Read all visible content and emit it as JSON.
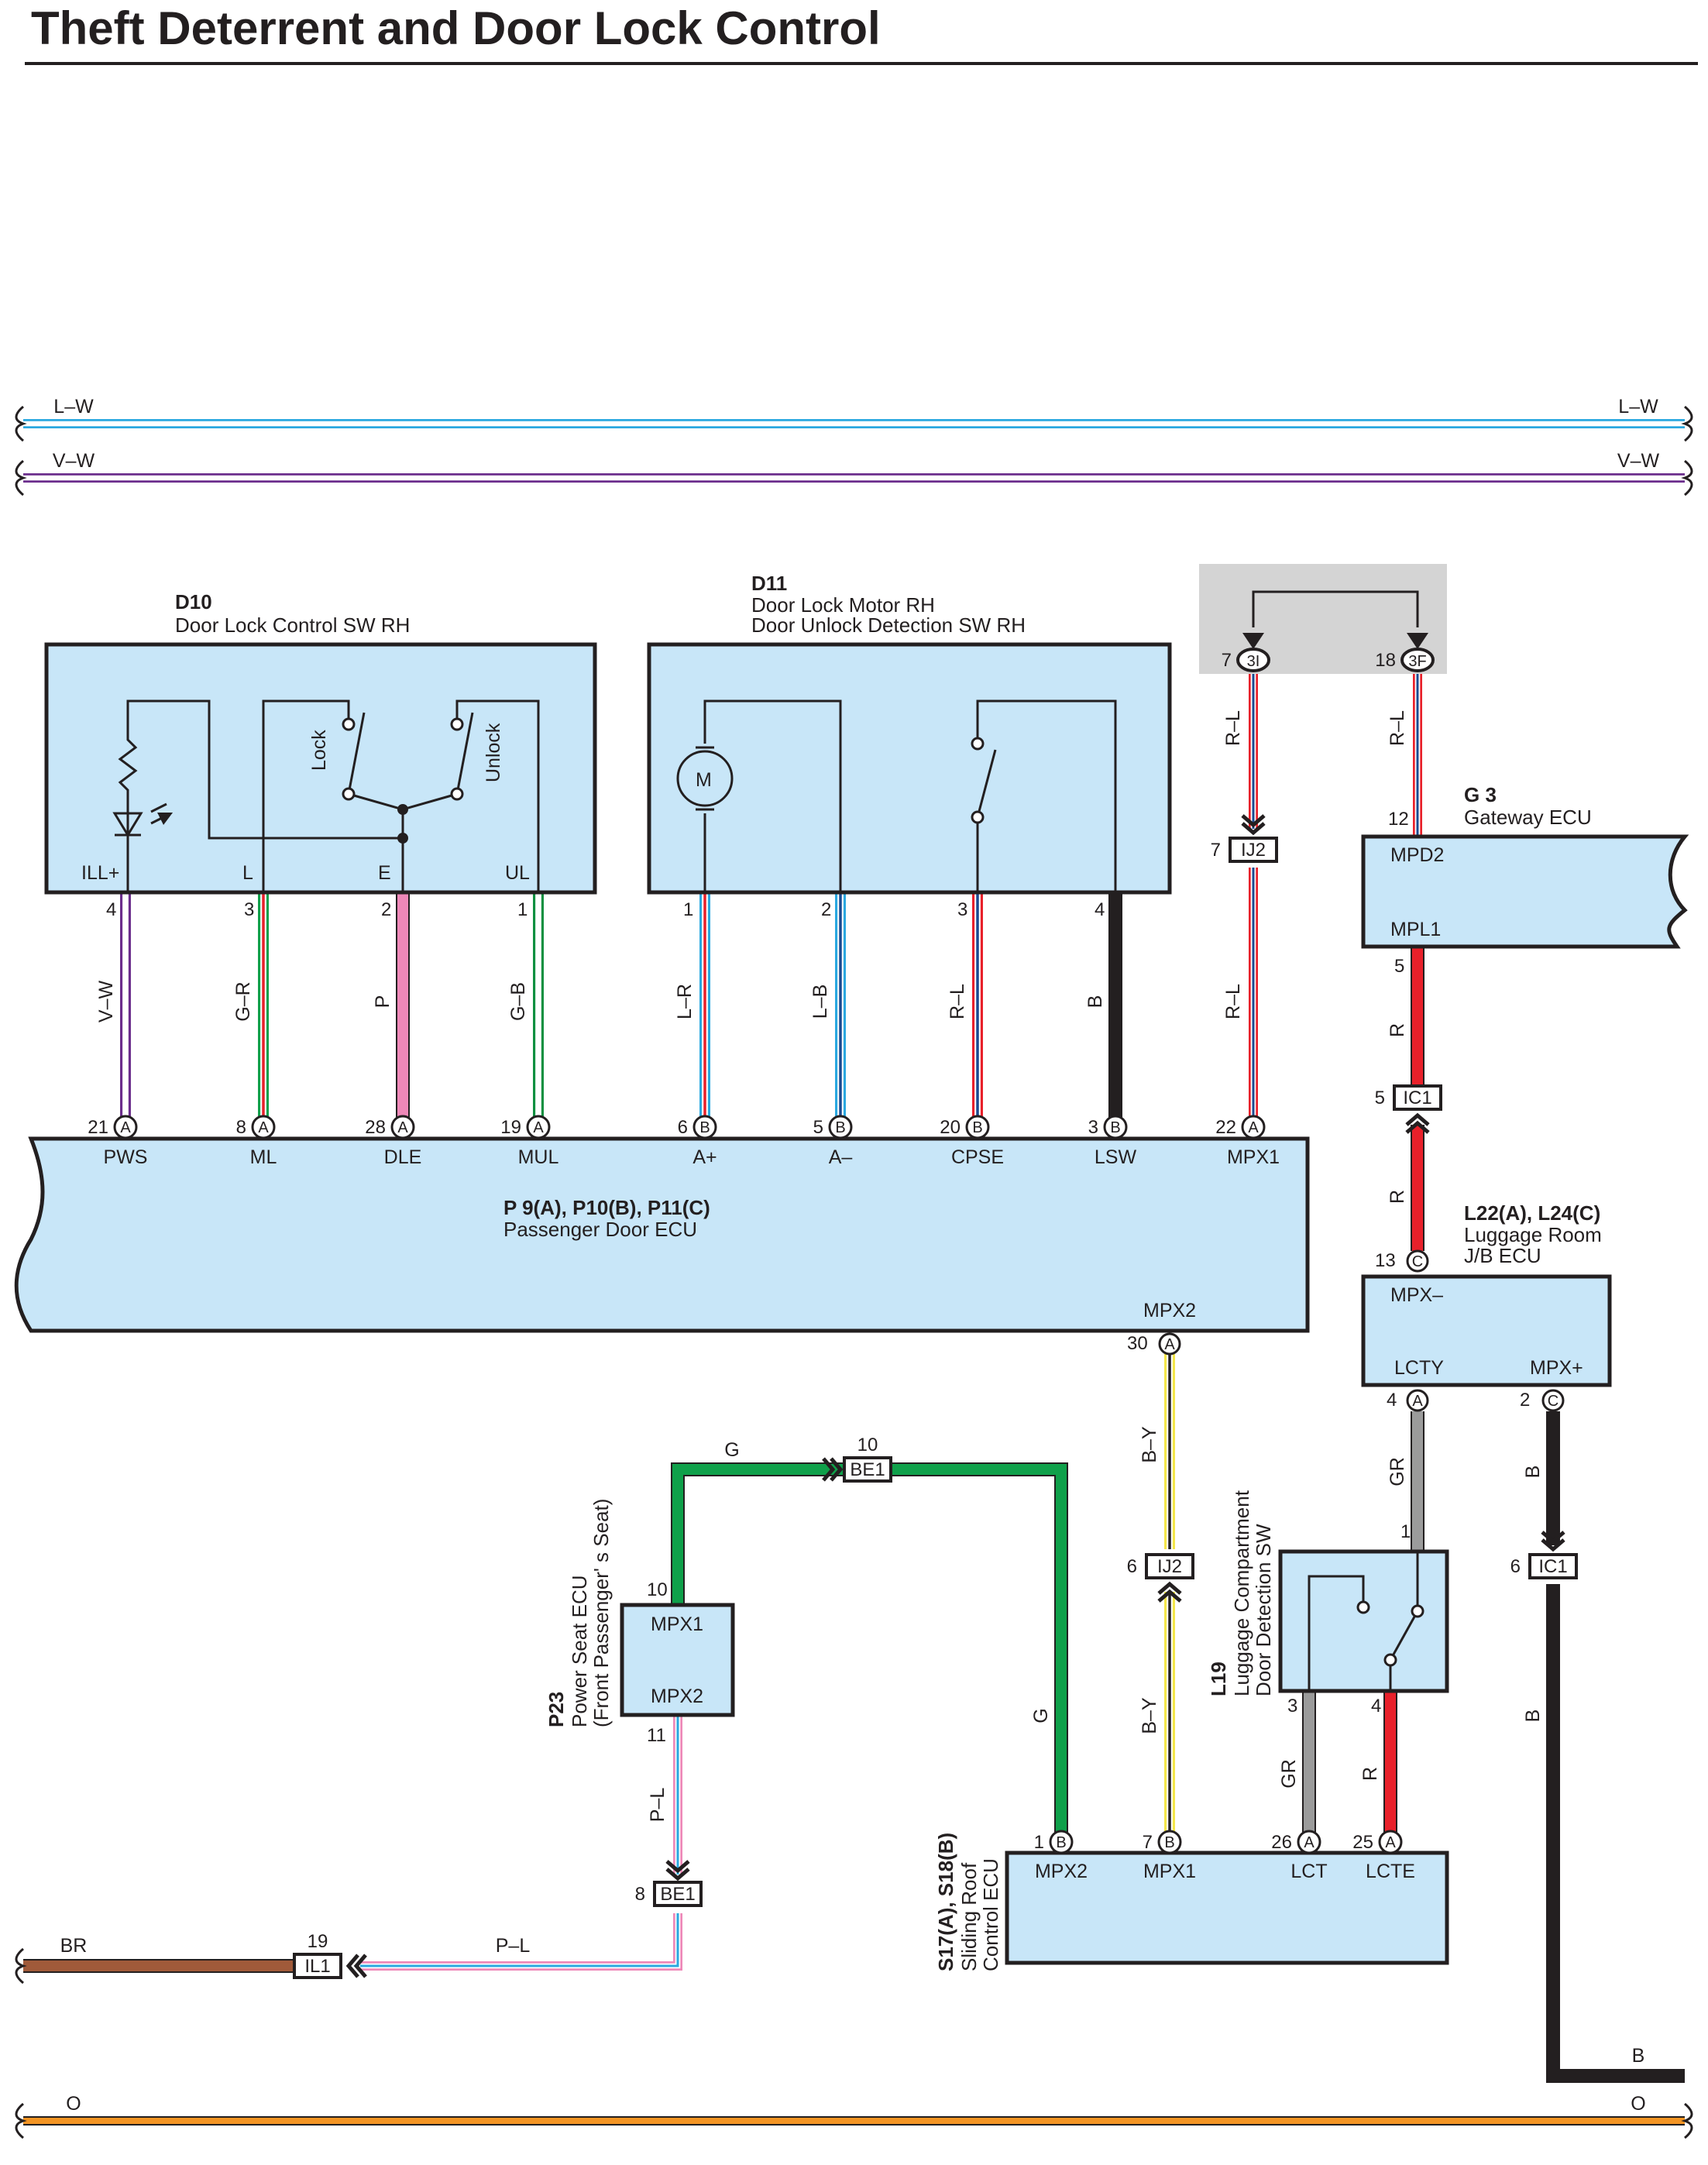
{
  "title": "Theft Deterrent and Door Lock Control",
  "colors": {
    "L-W": "#2aa8e0",
    "V-W": "#6b2d8c",
    "BR": "#a05a3a",
    "O": "#f39423",
    "G-R": "#0fa04a",
    "P": "#ee88b8",
    "G-B": "#0f9040",
    "L-R": "#2aa8e0",
    "L-B": "#2aa8e0",
    "R-L": "#e8202a",
    "B": "#231f20",
    "R": "#e8202a",
    "G": "#0fa04a",
    "B-Y": "#f4e64a",
    "GR": "#9b9b9b",
    "P-L": "#ee88b8",
    "ecu_fill": "#c8e6f8",
    "jb_fill": "#d4d4d4"
  },
  "harness_lines": {
    "lw": "L–W",
    "vw": "V–W",
    "br": "BR",
    "o": "O"
  },
  "components": {
    "d10": {
      "id": "D10",
      "name": "Door Lock Control SW RH",
      "lock": "Lock",
      "unlock": "Unlock",
      "term_ill": "ILL+",
      "term_l": "L",
      "term_e": "E",
      "term_ul": "UL",
      "pin_ill": "4",
      "pin_l": "3",
      "pin_e": "2",
      "pin_ul": "1"
    },
    "d11": {
      "id": "D11",
      "name1": "Door Lock Motor RH",
      "name2": "Door Unlock Detection SW RH",
      "motor": "M",
      "pin1": "1",
      "pin2": "2",
      "pin3": "3",
      "pin4": "4"
    },
    "g3": {
      "id": "G 3",
      "name": "Gateway ECU",
      "mpd2": "MPD2",
      "mpl1": "MPL1",
      "pin_mpd2": "12",
      "pin_mpl1": "5"
    },
    "p9": {
      "id": "P 9(A), P10(B), P11(C)",
      "name": "Passenger Door ECU",
      "terms": [
        "PWS",
        "ML",
        "DLE",
        "MUL",
        "A+",
        "A–",
        "CPSE",
        "LSW",
        "MPX1"
      ],
      "pins": [
        "21",
        "8",
        "28",
        "19",
        "6",
        "5",
        "20",
        "3",
        "22"
      ],
      "circles": [
        "A",
        "A",
        "A",
        "A",
        "B",
        "B",
        "B",
        "B",
        "A"
      ],
      "mpx2": "MPX2",
      "mpx2_pin": "30",
      "mpx2_circle": "A"
    },
    "l22": {
      "id": "L22(A), L24(C)",
      "name1": "Luggage Room",
      "name2": "J/B ECU",
      "mpxm": "MPX–",
      "lcty": "LCTY",
      "mpxp": "MPX+",
      "pin_mpxm": "13",
      "circ_mpxm": "C",
      "pin_lcty": "4",
      "circ_lcty": "A",
      "pin_mpxp": "2",
      "circ_mpxp": "C"
    },
    "l19": {
      "id": "L19",
      "name1": "Luggage Compartment",
      "name2": "Door Detection SW",
      "pin1": "1",
      "pin3": "3",
      "pin4": "4"
    },
    "p23": {
      "id": "P23",
      "name1": "Power Seat ECU",
      "name2": "(Front Passenger' s Seat)",
      "mpx1": "MPX1",
      "mpx2": "MPX2",
      "pin_mpx1": "10",
      "pin_mpx2": "11"
    },
    "s17": {
      "id": "S17(A), S18(B)",
      "name1": "Sliding Roof",
      "name2": "Control ECU",
      "terms": [
        "MPX2",
        "MPX1",
        "LCT",
        "LCTE"
      ],
      "pins": [
        "1",
        "7",
        "26",
        "25"
      ],
      "circles": [
        "B",
        "B",
        "A",
        "A"
      ]
    }
  },
  "junctions": {
    "j3i": {
      "pin": "7",
      "label": "3I"
    },
    "j3f": {
      "pin": "18",
      "label": "3F"
    },
    "ij2_top": {
      "pin": "7",
      "label": "IJ2"
    },
    "ic1_mid": {
      "pin": "5",
      "label": "IC1"
    },
    "ij2_mid": {
      "pin": "6",
      "label": "IJ2"
    },
    "ic1_right": {
      "pin": "6",
      "label": "IC1"
    },
    "be1_top": {
      "pin": "10",
      "label": "BE1"
    },
    "be1_bot": {
      "pin": "8",
      "label": "BE1"
    },
    "il1": {
      "pin": "19",
      "label": "IL1"
    }
  },
  "wire_labels": {
    "vw": "V–W",
    "gr_d10": "G–R",
    "p": "P",
    "gb": "G–B",
    "lr": "L–R",
    "lb": "L–B",
    "rl_d11": "R–L",
    "b_d11": "B",
    "rl_top_left": "R–L",
    "rl_top_right": "R–L",
    "rl_lower": "R–L",
    "r_upper": "R",
    "r_lower": "R",
    "by_upper": "B–Y",
    "by_lower": "B–Y",
    "gr_upper": "GR",
    "gr_lower": "GR",
    "r_l19": "R",
    "b_right1": "B",
    "b_right2": "B",
    "b_right3": "B",
    "g_top": "G",
    "g_right": "G",
    "pl_vert": "P–L",
    "pl_horiz": "P–L"
  }
}
